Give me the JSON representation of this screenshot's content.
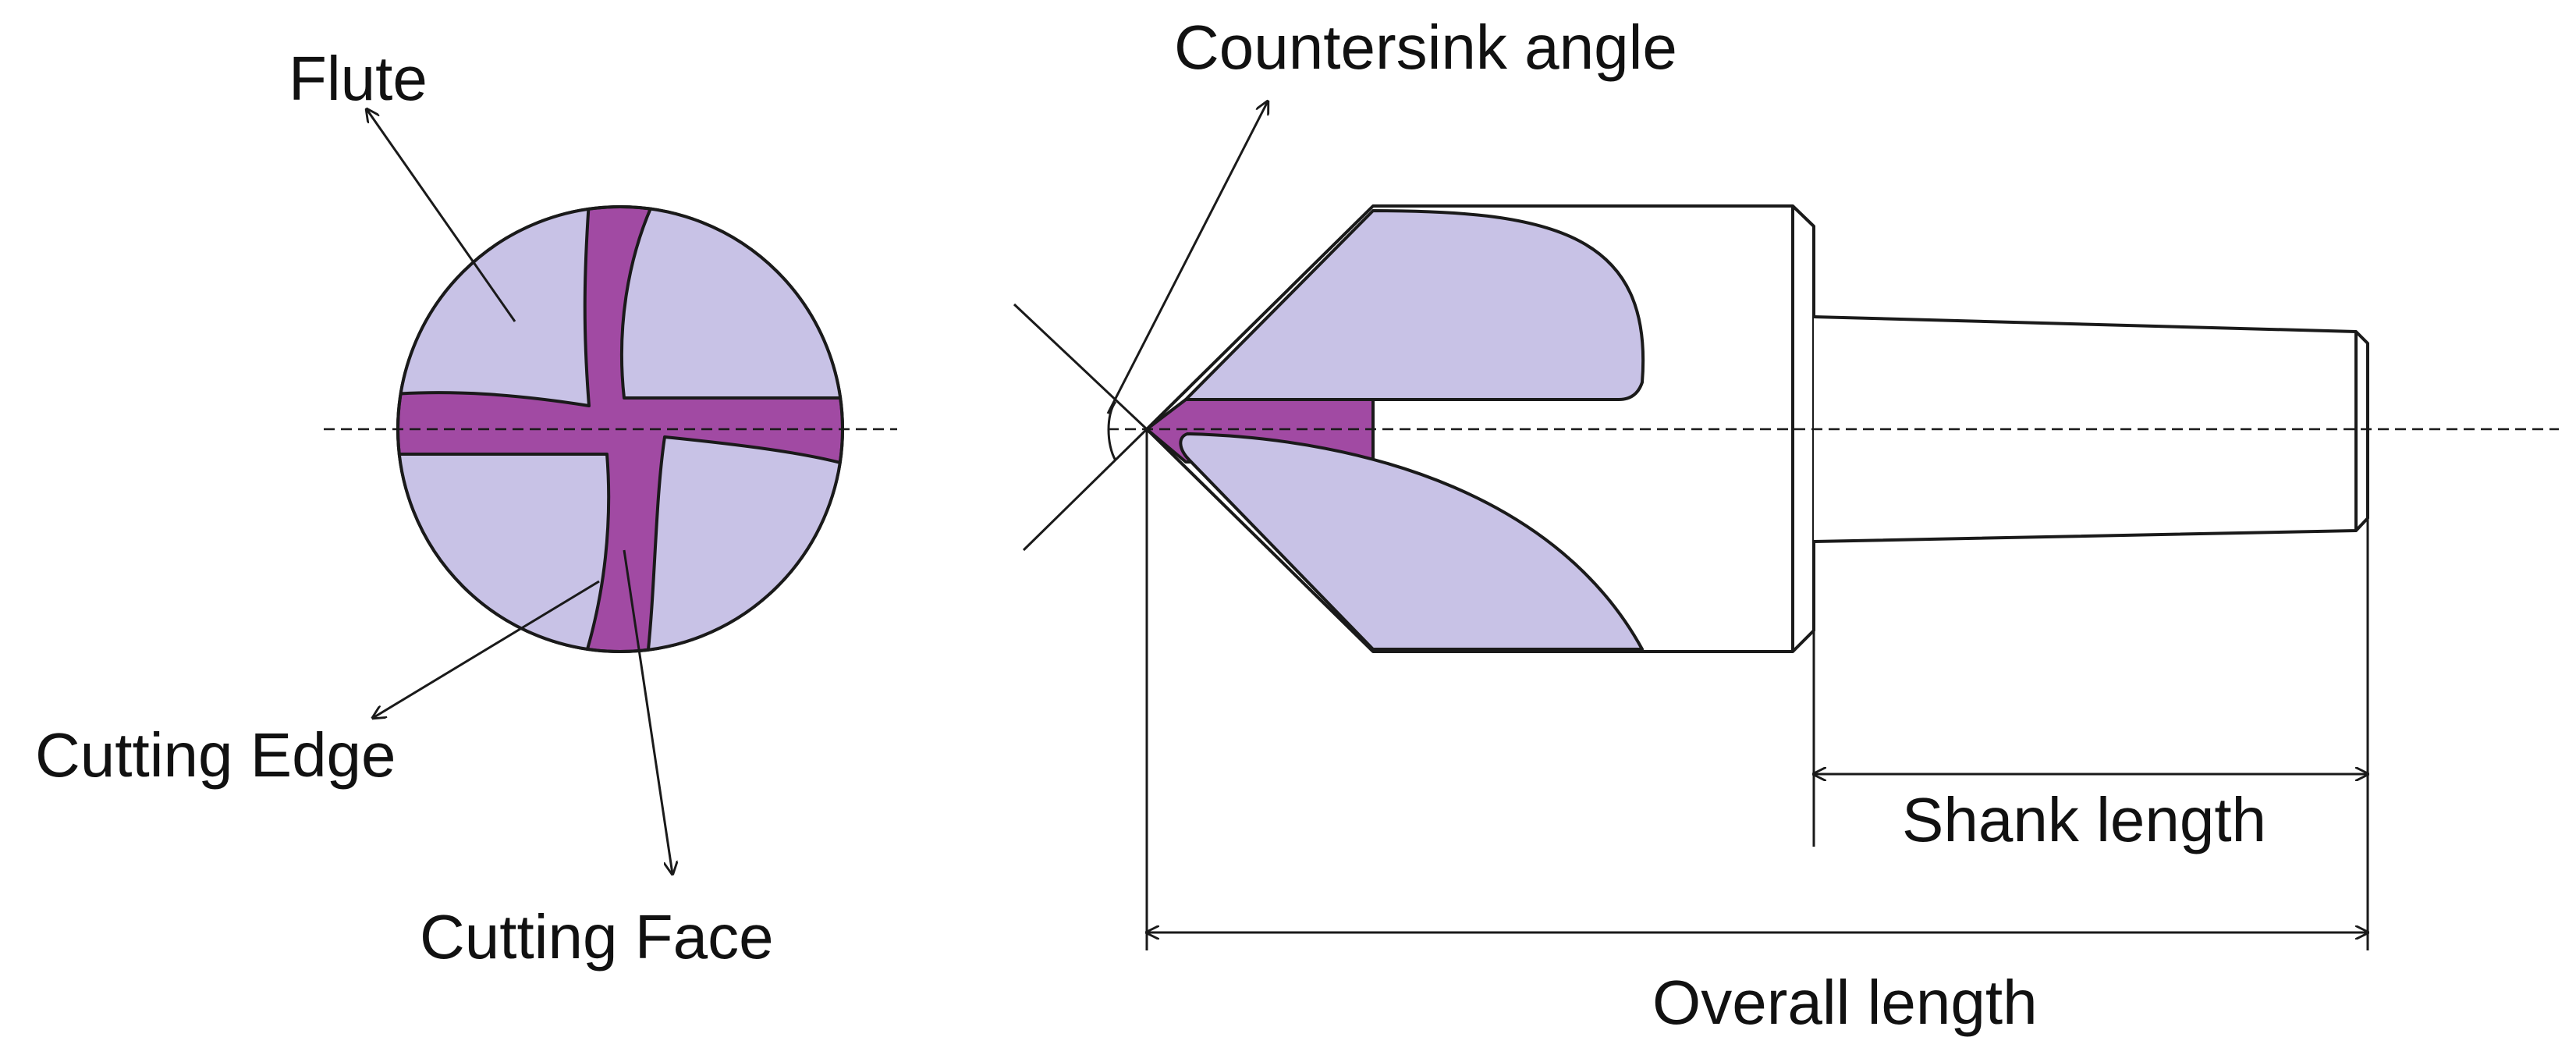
{
  "labels": {
    "flute": "Flute",
    "countersink_angle": "Countersink angle",
    "cutting_edge": "Cutting Edge",
    "cutting_face": "Cutting Face",
    "shank_length": "Shank length",
    "overall_length": "Overall length"
  },
  "colors": {
    "fill_light": "#c8c2e6",
    "fill_accent": "#a14aa3",
    "outline": "#1a1a1a",
    "text": "#111111"
  }
}
